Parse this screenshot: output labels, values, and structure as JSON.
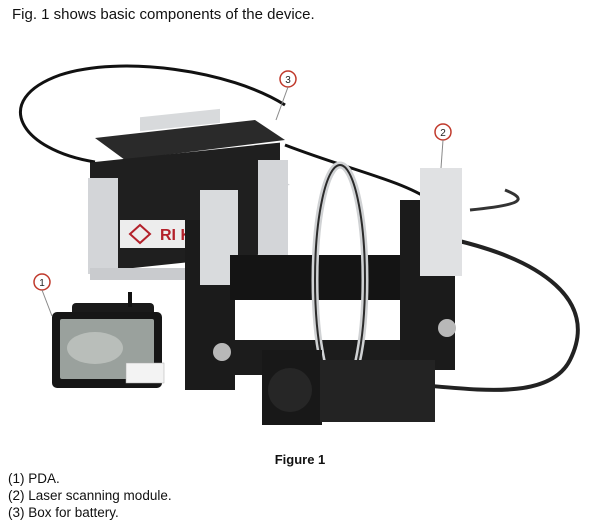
{
  "document": {
    "intro_text": "Fig. 1 shows basic components of the device.",
    "figure_caption": "Figure 1",
    "callouts": [
      "1",
      "2",
      "3"
    ],
    "legend": [
      "(1) PDA.",
      "(2)  Laser scanning module.",
      "(3)  Box for battery."
    ],
    "box_logo_text": "RI  K"
  },
  "colors": {
    "frame": "#1b1b1b",
    "silver": "#cfd1d4",
    "callout_ring": "#c0392b",
    "logo_red": "#b3202a"
  }
}
